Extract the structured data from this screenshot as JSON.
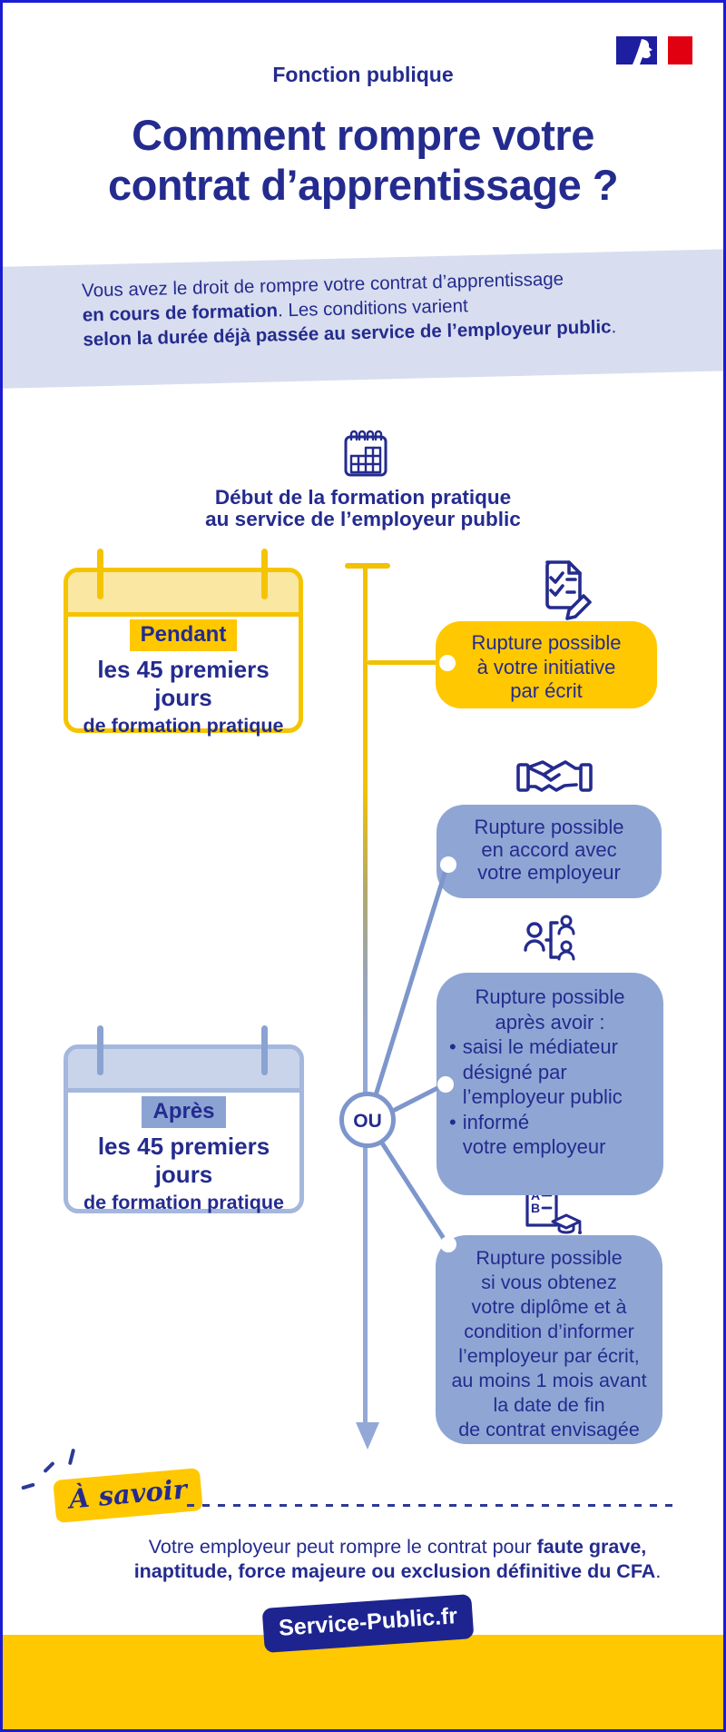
{
  "header": {
    "brand": "Fonction publique",
    "title_line1": "Comment rompre votre",
    "title_line2": "contrat d’apprentissage ?"
  },
  "intro": {
    "line1": "Vous avez le droit de rompre votre contrat d’apprentissage",
    "line2_bold": "en cours de formation",
    "line2_regular": ". Les conditions varient",
    "line3_bold": "selon la durée déjà passée au service de l’employeur public",
    "line3_regular": "."
  },
  "timeline": {
    "start_line1": "Début de la formation pratique",
    "start_line2": "au service de l’employeur public",
    "or_label": "OU"
  },
  "pendant_card": {
    "highlight": "Pendant",
    "line1": "les 45 premiers jours",
    "line2": "de formation pratique"
  },
  "apres_card": {
    "highlight": "Après",
    "line1": "les 45 premiers jours",
    "line2": "de formation pratique"
  },
  "bubble_initiative": {
    "text": "Rupture possible\nà votre initiative\npar écrit"
  },
  "bubble_accord": {
    "text": "Rupture possible\nen accord avec\nvotre employeur"
  },
  "bubble_mediateur": {
    "intro": "Rupture possible\naprès avoir :",
    "bullet_marker": "•",
    "bullet1": "saisi le médiateur\ndésigné par\nl’employeur public",
    "bullet2": "informé\nvotre employeur"
  },
  "bubble_diplome": {
    "text": "Rupture possible\nsi vous obtenez\nvotre diplôme et à\ncondition d’informer\nl’employeur par écrit,\nau moins 1 mois avant\nla date de fin\nde contrat envisagée"
  },
  "note": {
    "badge": "À savoir",
    "line1_regular": "Votre employeur peut rompre le contrat pour ",
    "line1_bold": "faute grave,",
    "line2_bold": "inaptitude, force majeure ou exclusion définitive du CFA",
    "line2_regular": "."
  },
  "footer": {
    "brand": "Service-Public.fr"
  },
  "colors": {
    "navy": "#242b8e",
    "yellow": "#ffc800",
    "timeline_yellow": "#f2c100",
    "bubble_blue": "#8fa6d4",
    "connector_blue": "#7d96cc",
    "band_lavender": "#d8deef",
    "flag_blue": "#1e1ea0",
    "flag_red": "#e1000f"
  }
}
